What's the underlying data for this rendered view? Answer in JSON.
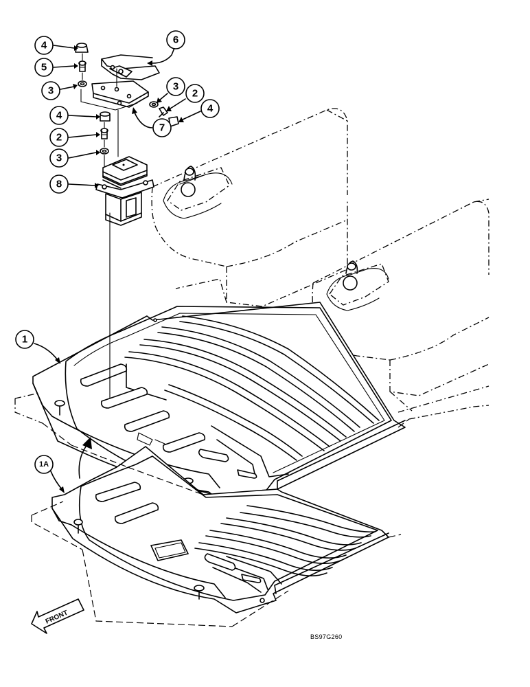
{
  "callouts": {
    "c1": "1",
    "c1a": "1A",
    "c2a": "2",
    "c2b": "2",
    "c3a": "3",
    "c3b": "3",
    "c3c": "3",
    "c4a": "4",
    "c4b": "4",
    "c4c": "4",
    "c5": "5",
    "c6": "6",
    "c7": "7",
    "c8": "8"
  },
  "front_label": "FRONT",
  "drawing_code": "BS97G260"
}
